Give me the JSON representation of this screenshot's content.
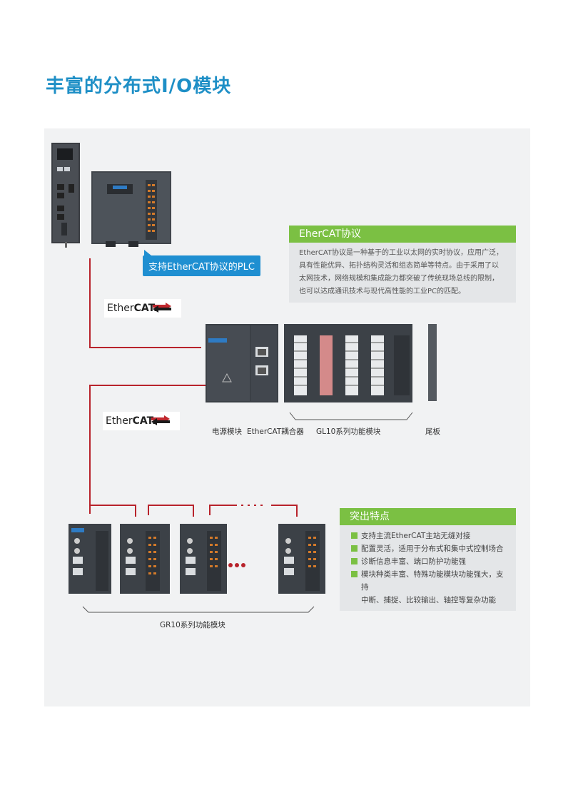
{
  "page_title": "丰富的分布式I/O模块",
  "plc_callout": "支持EtherCAT协议的PLC",
  "ethercat_logo": {
    "prefix": "Ether",
    "bold": "CAT."
  },
  "protocol_box": {
    "title": "EherCAT协议",
    "lines": [
      "EtherCAT协议是一种基于的工业以太网的实时协议，应用广泛，",
      "具有性能优异、拓扑结构灵活和组态简单等特点。由于采用了以",
      "太网技术，网络规模和集成能力都突破了传统现场总线的限制，",
      "也可以达成通讯技术与现代高性能的工业PC的匹配。"
    ]
  },
  "gl10_labels": {
    "power": "电源模块",
    "coupler": "EtherCAT耦合器",
    "modules": "GL10系列功能模块",
    "tail": "尾板"
  },
  "features_box": {
    "title": "突出特点",
    "items": [
      "支持主流EtherCAT主站无缝对接",
      "配置灵活，适用于分布式和集中式控制场合",
      "诊断信息丰富、端口防护功能强",
      "模块种类丰富、特殊功能模块功能强大，支持",
      "中断、捕捉、比较输出、轴控等复杂功能"
    ]
  },
  "gr10_label": "GR10系列功能模块",
  "colors": {
    "title_blue": "#1e8fc6",
    "callout_blue": "#1f8fd1",
    "accent_green": "#7bc043",
    "line_red": "#b8232b",
    "panel_gray": "#f1f2f3"
  }
}
